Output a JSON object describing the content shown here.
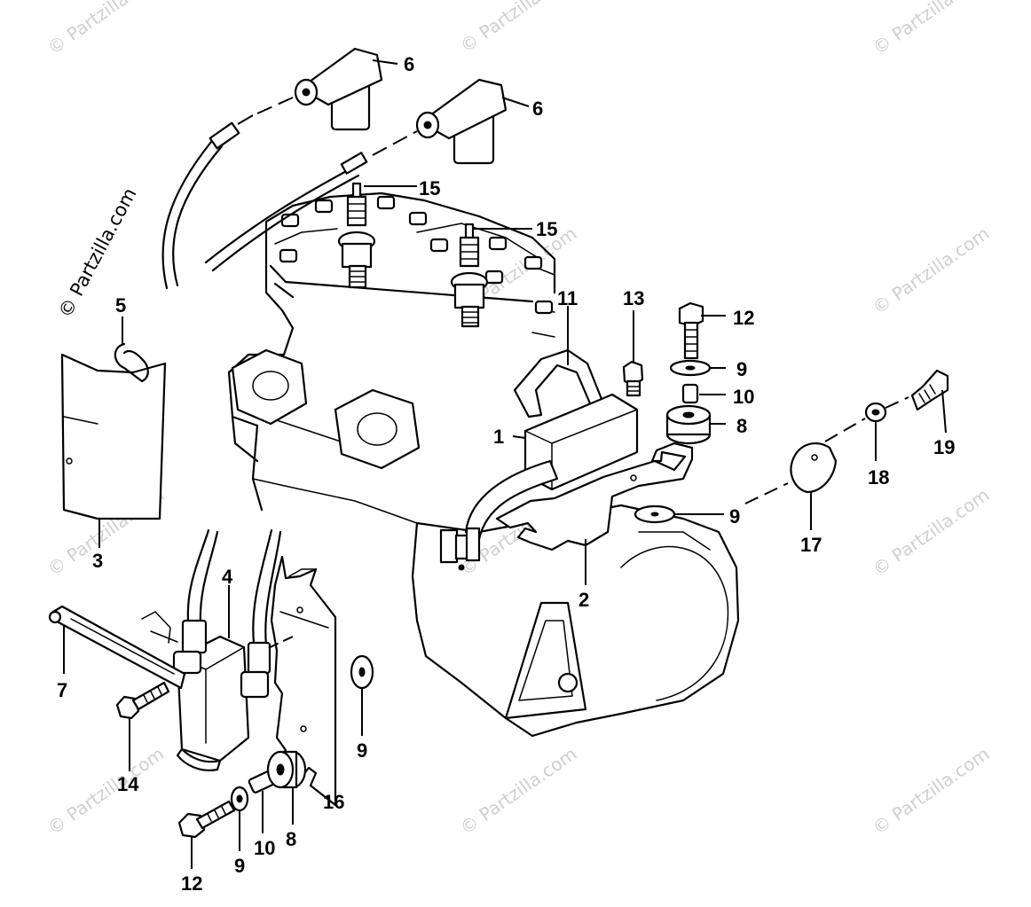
{
  "watermark": "© Partzilla.com",
  "callouts": {
    "c1": "1",
    "c2": "2",
    "c3": "3",
    "c4": "4",
    "c5": "5",
    "c6a": "6",
    "c6b": "6",
    "c7": "7",
    "c8a": "8",
    "c8b": "8",
    "c9a": "9",
    "c9b": "9",
    "c9c": "9",
    "c9d": "9",
    "c10a": "10",
    "c10b": "10",
    "c11": "11",
    "c12a": "12",
    "c12b": "12",
    "c13": "13",
    "c14": "14",
    "c15a": "15",
    "c15b": "15",
    "c16": "16",
    "c17": "17",
    "c18": "18",
    "c19": "19"
  }
}
